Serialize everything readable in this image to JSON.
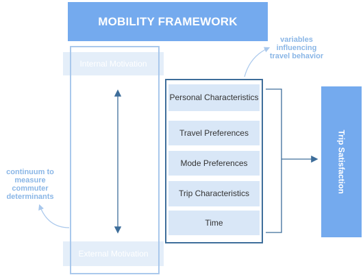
{
  "header": {
    "title": "MOBILITY FRAMEWORK"
  },
  "continuum": {
    "top_label": "Internal Motivation",
    "bottom_label": "External Motivation",
    "note": "continuum to measure commuter determinants"
  },
  "variables": {
    "note": "variables influencing travel behavior",
    "items": [
      {
        "label": "Personal Characteristics"
      },
      {
        "label": "Travel Preferences"
      },
      {
        "label": "Mode Preferences"
      },
      {
        "label": "Trip Characteristics"
      },
      {
        "label": "Time"
      }
    ]
  },
  "outcome": {
    "label": "Trip Satisfaction"
  },
  "colors": {
    "header_fill": "#74aaee",
    "pale_fill": "#e4eef9",
    "variable_fill": "#d9e7f7",
    "frame_dark": "#3d6d9a",
    "frame_light": "#a9c8ec",
    "note_text": "#8ab6e6"
  }
}
